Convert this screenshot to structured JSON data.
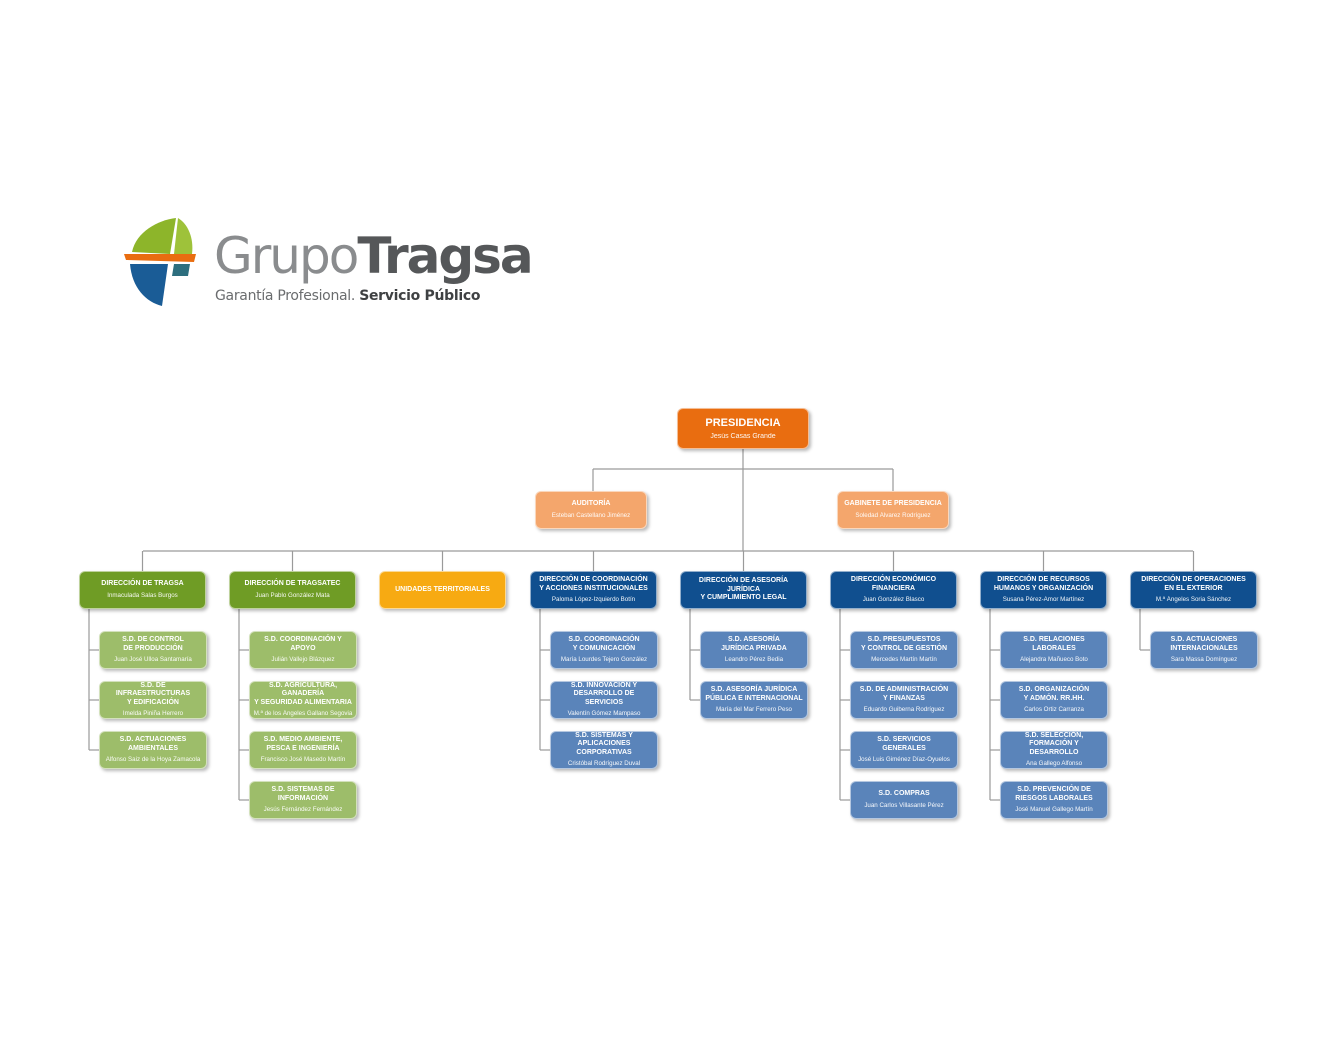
{
  "logo": {
    "brand_part1": "Grupo",
    "brand_part2": "Tragsa",
    "tagline_part1": "Garantía Profesional. ",
    "tagline_part2": "Servicio Público",
    "colors": {
      "green": "#8db52a",
      "orange": "#e96d10",
      "blue": "#1a5c96",
      "teal": "#2d6e7e"
    }
  },
  "chart": {
    "presidencia": {
      "title": "PRESIDENCIA",
      "name": "Jesús Casas Grande"
    },
    "auditoria": {
      "title": "AUDITORÍA",
      "name": "Esteban Castellano Jiménez"
    },
    "gabinete": {
      "title": "GABINETE DE PRESIDENCIA",
      "name": "Soledad Álvarez Rodríguez"
    },
    "direcciones": [
      {
        "title": "DIRECCIÓN DE TRAGSA",
        "name": "Inmaculada Salas Burgos",
        "color": "green",
        "subs": [
          {
            "title": "S.D. DE CONTROL\nDE PRODUCCIÓN",
            "name": "Juan José Ulloa Santamaría"
          },
          {
            "title": "S.D. DE INFRAESTRUCTURAS\nY EDIFICACIÓN",
            "name": "Imelda Piniña Herrero"
          },
          {
            "title": "S.D. ACTUACIONES\nAMBIENTALES",
            "name": "Alfonso Saiz de la Hoya Zamacola"
          }
        ]
      },
      {
        "title": "DIRECCIÓN DE TRAGSATEC",
        "name": "Juan Pablo González Mata",
        "color": "green",
        "subs": [
          {
            "title": "S.D. COORDINACIÓN Y APOYO",
            "name": "Julián Vallejo Blázquez"
          },
          {
            "title": "S.D. AGRICULTURA, GANADERÍA\nY SEGURIDAD ALIMENTARIA",
            "name": "M.ª de los Ángeles Gallano Segovia"
          },
          {
            "title": "S.D. MEDIO AMBIENTE,\nPESCA E INGENIERÍA",
            "name": "Francisco José Masedo Martín"
          },
          {
            "title": "S.D. SISTEMAS DE INFORMACIÓN",
            "name": "Jesús Fernández Fernández"
          }
        ]
      },
      {
        "title": "UNIDADES TERRITORIALES",
        "name": "",
        "color": "yellow",
        "subs": []
      },
      {
        "title": "DIRECCIÓN DE COORDINACIÓN\nY ACCIONES INSTITUCIONALES",
        "name": "Paloma López-Izquierdo Botín",
        "color": "blue",
        "subs": [
          {
            "title": "S.D. COORDINACIÓN\nY COMUNICACIÓN",
            "name": "María Lourdes Tejero González"
          },
          {
            "title": "S.D. INNOVACIÓN Y\nDESARROLLO DE SERVICIOS",
            "name": "Valentín Gómez Mampaso"
          },
          {
            "title": "S.D. SISTEMAS Y APLICACIONES\nCORPORATIVAS",
            "name": "Cristóbal Rodríguez Duval"
          }
        ]
      },
      {
        "title": "DIRECCIÓN DE ASESORÍA JURÍDICA\nY CUMPLIMIENTO LEGAL",
        "name": "",
        "color": "blue",
        "subs": [
          {
            "title": "S.D. ASESORÍA\nJURÍDICA PRIVADA",
            "name": "Leandro Pérez Bedia"
          },
          {
            "title": "S.D. ASESORÍA JURÍDICA\nPÚBLICA E INTERNACIONAL",
            "name": "María del Mar Ferrero Peso"
          }
        ]
      },
      {
        "title": "DIRECCIÓN ECONÓMICO\nFINANCIERA",
        "name": "Juan González Blasco",
        "color": "blue",
        "subs": [
          {
            "title": "S.D. PRESUPUESTOS\nY CONTROL DE GESTIÓN",
            "name": "Mercedes Martín Martín"
          },
          {
            "title": "S.D. DE ADMINISTRACIÓN\nY FINANZAS",
            "name": "Eduardo Guiberna Rodríguez"
          },
          {
            "title": "S.D. SERVICIOS GENERALES",
            "name": "José Luis Giménez Díaz-Oyuelos"
          },
          {
            "title": "S.D. COMPRAS",
            "name": "Juan Carlos Villasante Pérez"
          }
        ]
      },
      {
        "title": "DIRECCIÓN DE RECURSOS\nHUMANOS Y ORGANIZACIÓN",
        "name": "Susana Pérez-Amor Martínez",
        "color": "blue",
        "subs": [
          {
            "title": "S.D. RELACIONES LABORALES",
            "name": "Alejandra Mañueco Boto"
          },
          {
            "title": "S.D. ORGANIZACIÓN\nY ADMÓN. RR.HH.",
            "name": "Carlos Ortiz Carranza"
          },
          {
            "title": "S.D. SELECCIÓN,\nFORMACIÓN Y DESARROLLO",
            "name": "Ana Gallego Alfonso"
          },
          {
            "title": "S.D. PREVENCIÓN DE\nRIESGOS LABORALES",
            "name": "José Manuel Gallego Martín"
          }
        ]
      },
      {
        "title": "DIRECCIÓN DE OPERACIONES\nEN EL EXTERIOR",
        "name": "M.ª Ángeles Soria Sánchez",
        "color": "blue",
        "subs": [
          {
            "title": "S.D. ACTUACIONES\nINTERNACIONALES",
            "name": "Sara Massa Domínguez"
          }
        ]
      }
    ]
  }
}
